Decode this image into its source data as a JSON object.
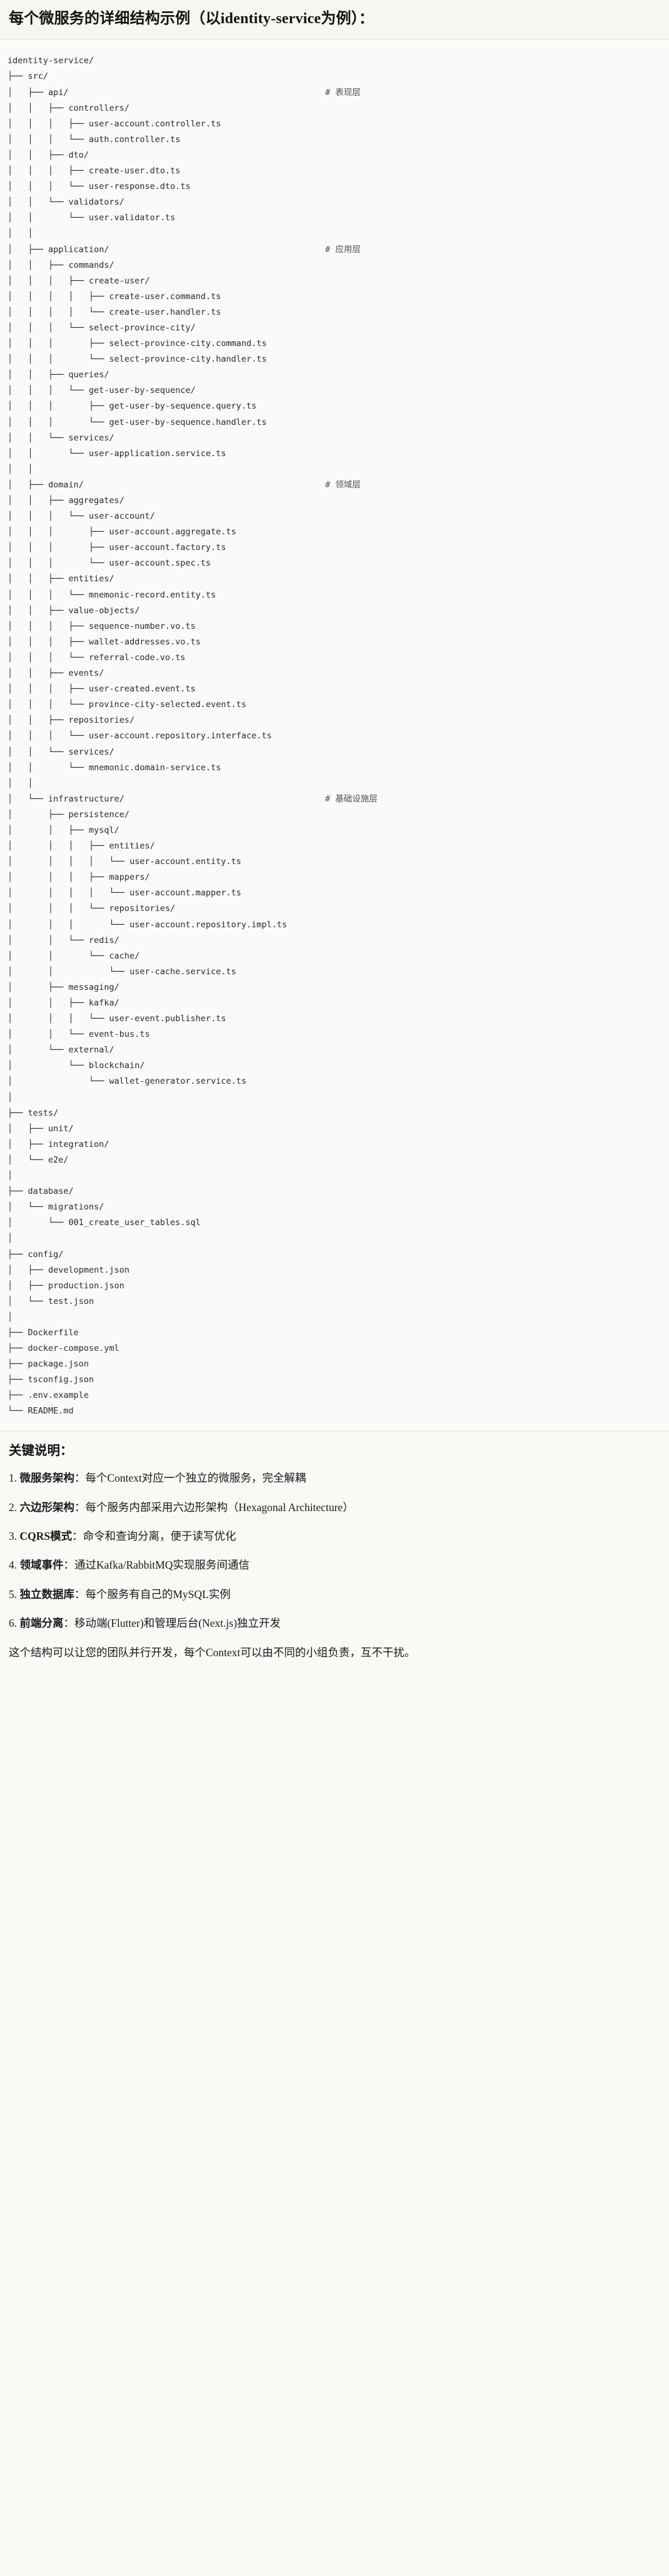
{
  "document": {
    "title": "每个微服务的详细结构示例（以identity-service为例）：",
    "tree": {
      "comment_marker": "#",
      "lines": [
        {
          "path": "identity-service/",
          "comment": ""
        },
        {
          "path": "├── src/",
          "comment": ""
        },
        {
          "path": "│   ├── api/",
          "comment": "# 表现层"
        },
        {
          "path": "│   │   ├── controllers/",
          "comment": ""
        },
        {
          "path": "│   │   │   ├── user-account.controller.ts",
          "comment": ""
        },
        {
          "path": "│   │   │   └── auth.controller.ts",
          "comment": ""
        },
        {
          "path": "│   │   ├── dto/",
          "comment": ""
        },
        {
          "path": "│   │   │   ├── create-user.dto.ts",
          "comment": ""
        },
        {
          "path": "│   │   │   └── user-response.dto.ts",
          "comment": ""
        },
        {
          "path": "│   │   └── validators/",
          "comment": ""
        },
        {
          "path": "│   │       └── user.validator.ts",
          "comment": ""
        },
        {
          "path": "│   │",
          "comment": ""
        },
        {
          "path": "│   ├── application/",
          "comment": "# 应用层"
        },
        {
          "path": "│   │   ├── commands/",
          "comment": ""
        },
        {
          "path": "│   │   │   ├── create-user/",
          "comment": ""
        },
        {
          "path": "│   │   │   │   ├── create-user.command.ts",
          "comment": ""
        },
        {
          "path": "│   │   │   │   └── create-user.handler.ts",
          "comment": ""
        },
        {
          "path": "│   │   │   └── select-province-city/",
          "comment": ""
        },
        {
          "path": "│   │   │       ├── select-province-city.command.ts",
          "comment": ""
        },
        {
          "path": "│   │   │       └── select-province-city.handler.ts",
          "comment": ""
        },
        {
          "path": "│   │   ├── queries/",
          "comment": ""
        },
        {
          "path": "│   │   │   └── get-user-by-sequence/",
          "comment": ""
        },
        {
          "path": "│   │   │       ├── get-user-by-sequence.query.ts",
          "comment": ""
        },
        {
          "path": "│   │   │       └── get-user-by-sequence.handler.ts",
          "comment": ""
        },
        {
          "path": "│   │   └── services/",
          "comment": ""
        },
        {
          "path": "│   │       └── user-application.service.ts",
          "comment": ""
        },
        {
          "path": "│   │",
          "comment": ""
        },
        {
          "path": "│   ├── domain/",
          "comment": "# 领域层"
        },
        {
          "path": "│   │   ├── aggregates/",
          "comment": ""
        },
        {
          "path": "│   │   │   └── user-account/",
          "comment": ""
        },
        {
          "path": "│   │   │       ├── user-account.aggregate.ts",
          "comment": ""
        },
        {
          "path": "│   │   │       ├── user-account.factory.ts",
          "comment": ""
        },
        {
          "path": "│   │   │       └── user-account.spec.ts",
          "comment": ""
        },
        {
          "path": "│   │   ├── entities/",
          "comment": ""
        },
        {
          "path": "│   │   │   └── mnemonic-record.entity.ts",
          "comment": ""
        },
        {
          "path": "│   │   ├── value-objects/",
          "comment": ""
        },
        {
          "path": "│   │   │   ├── sequence-number.vo.ts",
          "comment": ""
        },
        {
          "path": "│   │   │   ├── wallet-addresses.vo.ts",
          "comment": ""
        },
        {
          "path": "│   │   │   └── referral-code.vo.ts",
          "comment": ""
        },
        {
          "path": "│   │   ├── events/",
          "comment": ""
        },
        {
          "path": "│   │   │   ├── user-created.event.ts",
          "comment": ""
        },
        {
          "path": "│   │   │   └── province-city-selected.event.ts",
          "comment": ""
        },
        {
          "path": "│   │   ├── repositories/",
          "comment": ""
        },
        {
          "path": "│   │   │   └── user-account.repository.interface.ts",
          "comment": ""
        },
        {
          "path": "│   │   └── services/",
          "comment": ""
        },
        {
          "path": "│   │       └── mnemonic.domain-service.ts",
          "comment": ""
        },
        {
          "path": "│   │",
          "comment": ""
        },
        {
          "path": "│   └── infrastructure/",
          "comment": "# 基础设施层"
        },
        {
          "path": "│       ├── persistence/",
          "comment": ""
        },
        {
          "path": "│       │   ├── mysql/",
          "comment": ""
        },
        {
          "path": "│       │   │   ├── entities/",
          "comment": ""
        },
        {
          "path": "│       │   │   │   └── user-account.entity.ts",
          "comment": ""
        },
        {
          "path": "│       │   │   ├── mappers/",
          "comment": ""
        },
        {
          "path": "│       │   │   │   └── user-account.mapper.ts",
          "comment": ""
        },
        {
          "path": "│       │   │   └── repositories/",
          "comment": ""
        },
        {
          "path": "│       │   │       └── user-account.repository.impl.ts",
          "comment": ""
        },
        {
          "path": "│       │   └── redis/",
          "comment": ""
        },
        {
          "path": "│       │       └── cache/",
          "comment": ""
        },
        {
          "path": "│       │           └── user-cache.service.ts",
          "comment": ""
        },
        {
          "path": "│       ├── messaging/",
          "comment": ""
        },
        {
          "path": "│       │   ├── kafka/",
          "comment": ""
        },
        {
          "path": "│       │   │   └── user-event.publisher.ts",
          "comment": ""
        },
        {
          "path": "│       │   └── event-bus.ts",
          "comment": ""
        },
        {
          "path": "│       └── external/",
          "comment": ""
        },
        {
          "path": "│           └── blockchain/",
          "comment": ""
        },
        {
          "path": "│               └── wallet-generator.service.ts",
          "comment": ""
        },
        {
          "path": "│",
          "comment": ""
        },
        {
          "path": "├── tests/",
          "comment": ""
        },
        {
          "path": "│   ├── unit/",
          "comment": ""
        },
        {
          "path": "│   ├── integration/",
          "comment": ""
        },
        {
          "path": "│   └── e2e/",
          "comment": ""
        },
        {
          "path": "│",
          "comment": ""
        },
        {
          "path": "├── database/",
          "comment": ""
        },
        {
          "path": "│   └── migrations/",
          "comment": ""
        },
        {
          "path": "│       └── 001_create_user_tables.sql",
          "comment": ""
        },
        {
          "path": "│",
          "comment": ""
        },
        {
          "path": "├── config/",
          "comment": ""
        },
        {
          "path": "│   ├── development.json",
          "comment": ""
        },
        {
          "path": "│   ├── production.json",
          "comment": ""
        },
        {
          "path": "│   └── test.json",
          "comment": ""
        },
        {
          "path": "│",
          "comment": ""
        },
        {
          "path": "├── Dockerfile",
          "comment": ""
        },
        {
          "path": "├── docker-compose.yml",
          "comment": ""
        },
        {
          "path": "├── package.json",
          "comment": ""
        },
        {
          "path": "├── tsconfig.json",
          "comment": ""
        },
        {
          "path": "├── .env.example",
          "comment": ""
        },
        {
          "path": "└── README.md",
          "comment": ""
        }
      ]
    },
    "notes": {
      "heading": "关键说明：",
      "items": [
        {
          "number": "1. ",
          "label": "微服务架构",
          "text": "：每个Context对应一个独立的微服务，完全解耦"
        },
        {
          "number": "2. ",
          "label": "六边形架构",
          "text": "：每个服务内部采用六边形架构（Hexagonal Architecture）"
        },
        {
          "number": "3. ",
          "label": "CQRS模式",
          "text": "：命令和查询分离，便于读写优化"
        },
        {
          "number": "4. ",
          "label": "领域事件",
          "text": "：通过Kafka/RabbitMQ实现服务间通信"
        },
        {
          "number": "5. ",
          "label": "独立数据库",
          "text": "：每个服务有自己的MySQL实例"
        },
        {
          "number": "6. ",
          "label": "前端分离",
          "text": "：移动端(Flutter)和管理后台(Next.js)独立开发"
        }
      ],
      "closing": "这个结构可以让您的团队并行开发，每个Context可以由不同的小组负责，互不干扰。"
    }
  }
}
